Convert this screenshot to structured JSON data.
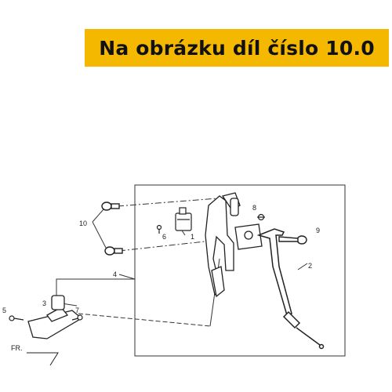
{
  "banner": {
    "text": "Na obrázku díl číslo 10.0",
    "background": "#f5b800",
    "color": "#111111"
  },
  "callouts": {
    "c1": "1",
    "c2": "2",
    "c3": "3",
    "c4": "4",
    "c5": "5",
    "c6": "6",
    "c7": "7",
    "c8": "8",
    "c9": "9",
    "c10": "10"
  },
  "front_marker": "FR."
}
